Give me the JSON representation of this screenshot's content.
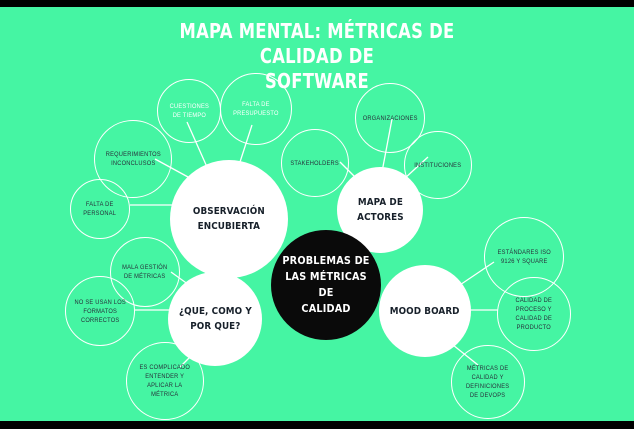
{
  "document": {
    "title_line1": "MAPA MENTAL: MÉTRICAS DE CALIDAD DE",
    "title_line2": "SOFTWARE",
    "title": "MAPA MENTAL: MÉTRICAS DE CALIDAD DE\nSOFTWARE"
  },
  "colors": {
    "background_green": "#45F5A3",
    "hub_fill": "#0A0A0A",
    "branch_fill": "#FFFFFF",
    "title_text": "#FFFFFF",
    "leaf_outline": "#FFFFFF",
    "leaf_text_dark": "#27303A",
    "frame_bar": "#000000"
  },
  "hub": {
    "label": "PROBLEMAS DE\nLAS MÉTRICAS DE\nCALIDAD"
  },
  "branches": [
    {
      "id": "observacion-encubierta",
      "label": "OBSERVACIÓN\nENCUBIERTA",
      "leaves": [
        {
          "id": "cuestiones-de-tiempo",
          "label": "CUESTIONES\nDE TIEMPO",
          "text_color": "light"
        },
        {
          "id": "falta-de-presupuesto",
          "label": "FALTA DE\nPRESUPUESTO",
          "text_color": "light"
        },
        {
          "id": "requerimientos-inconclusos",
          "label": "REQUERIMIENTOS\nINCONCLUSOS",
          "text_color": "dark"
        },
        {
          "id": "falta-de-personal",
          "label": "FALTA DE\nPERSONAL",
          "text_color": "dark"
        }
      ]
    },
    {
      "id": "mapa-de-actores",
      "label": "MAPA DE\nACTORES",
      "leaves": [
        {
          "id": "stakeholders",
          "label": "STAKEHOLDERS",
          "text_color": "dark"
        },
        {
          "id": "organizaciones",
          "label": "ORGANIZACIONES",
          "text_color": "dark"
        },
        {
          "id": "instituciones",
          "label": "INSTITUCIONES",
          "text_color": "dark"
        }
      ]
    },
    {
      "id": "que-como-y-por-que",
      "label": "¿QUE, COMO Y\nPOR QUE?",
      "leaves": [
        {
          "id": "mala-gestion-de-metricas",
          "label": "MALA GESTIÓN\nDE MÉTRICAS",
          "text_color": "dark"
        },
        {
          "id": "no-se-usan-los-formatos-correctos",
          "label": "NO SE USAN LOS\nFORMATOS\nCORRECTOS",
          "text_color": "dark"
        },
        {
          "id": "es-complicado-entender-y-aplicar-la-metrica",
          "label": "ES COMPLICADO\nENTENDER Y\nAPLICAR LA\nMÉTRICA",
          "text_color": "dark"
        }
      ]
    },
    {
      "id": "mood-board",
      "label": "MOOD BOARD",
      "leaves": [
        {
          "id": "estandares-iso-9126-y-square",
          "label": "ESTÁNDARES ISO\n9126 Y SQUARE",
          "text_color": "dark"
        },
        {
          "id": "calidad-de-proceso-y-calidad-de-producto",
          "label": "CALIDAD DE\nPROCESO Y\nCALIDAD DE\nPRODUCTO",
          "text_color": "dark"
        },
        {
          "id": "metricas-de-calidad-y-definiciones-de-devops",
          "label": "MÉTRICAS DE\nCALIDAD Y\nDEFINICIONES\nDE DEVOPS",
          "text_color": "dark"
        }
      ]
    }
  ]
}
